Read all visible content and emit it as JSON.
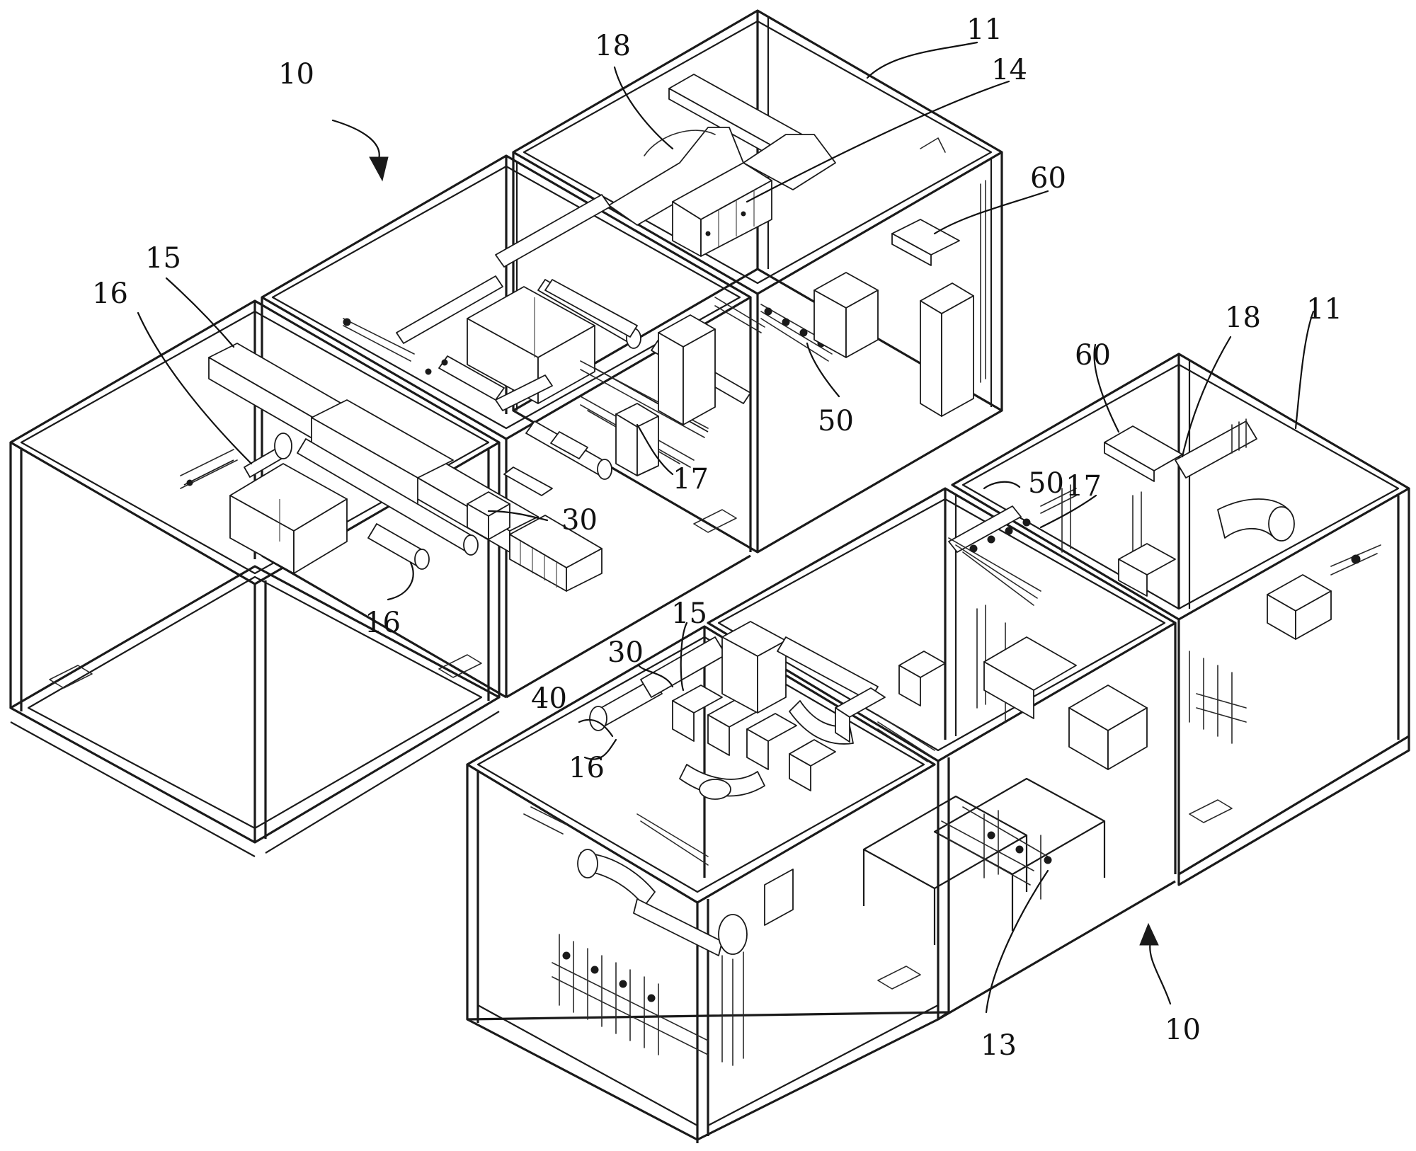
{
  "references": {
    "module_10_a": "10",
    "module_10_b": "10",
    "frame_11_a": "11",
    "frame_11_b": "11",
    "part_13": "13",
    "cabinet_14": "14",
    "duct_15_a": "15",
    "duct_15_b": "15",
    "pipe_16_a": "16",
    "pipe_16_b": "16",
    "pipe_16_c": "16",
    "rail_17_a": "17",
    "rail_17_b": "17",
    "duct_18_a": "18",
    "duct_18_b": "18",
    "unit_30_a": "30",
    "unit_30_b": "30",
    "pipe_40": "40",
    "valve_50_a": "50",
    "valve_50_b": "50",
    "box_60_a": "60",
    "box_60_b": "60"
  },
  "colors": {
    "line": "#1a1a1a",
    "background": "#ffffff"
  }
}
